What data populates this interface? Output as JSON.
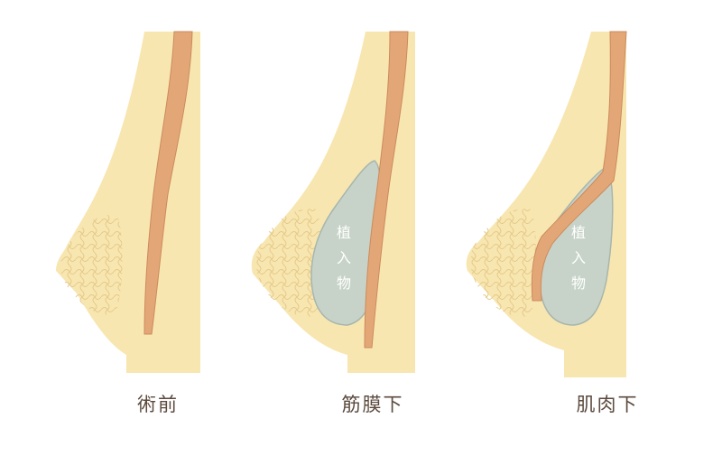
{
  "panels": [
    {
      "caption": "術前"
    },
    {
      "caption": "筋膜下",
      "implant_label": [
        "植",
        "入",
        "物"
      ]
    },
    {
      "caption": "肌肉下",
      "implant_label": [
        "植",
        "入",
        "物"
      ]
    }
  ],
  "colors": {
    "skin": "#f8e6b0",
    "muscle": "#e3a777",
    "muscle_outline": "#cc8a5c",
    "implant": "#c7d3c8",
    "implant_outline": "#a7b6ad",
    "gland_line": "#e4c98a",
    "caption_text": "#5c4a3e",
    "implant_text": "#ffffff"
  }
}
